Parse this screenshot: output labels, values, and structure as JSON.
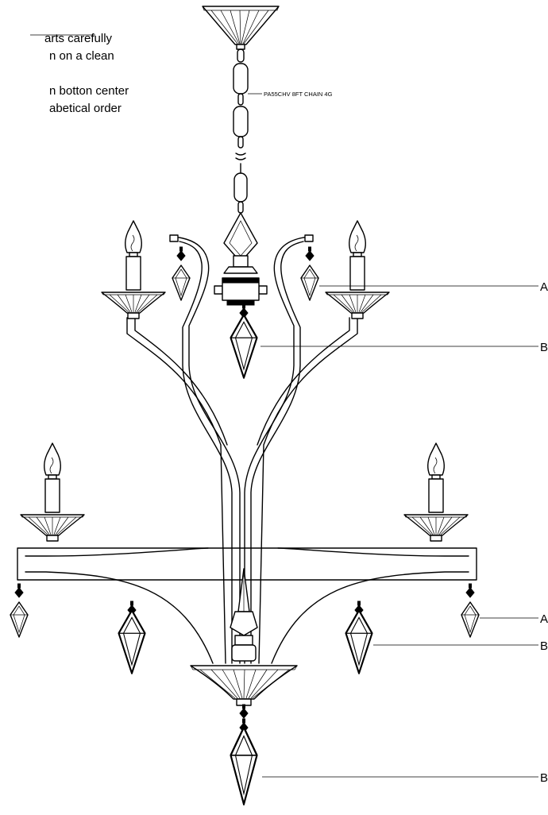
{
  "instructions": {
    "lines": [
      "arts carefully",
      "n on a clean",
      "",
      "n botton center",
      "abetical order"
    ]
  },
  "chain_label": "PA55CHV 8FT CHAIN 4G",
  "callouts": [
    {
      "letter": "A"
    },
    {
      "letter": "B"
    },
    {
      "letter": "A"
    },
    {
      "letter": "B"
    },
    {
      "letter": "B"
    }
  ]
}
